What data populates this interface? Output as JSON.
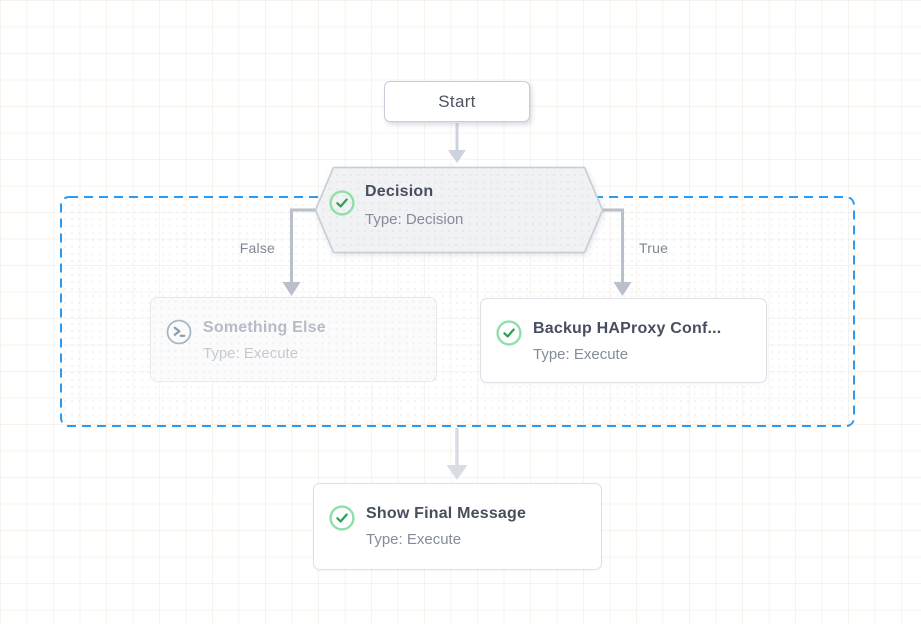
{
  "diagram": {
    "start_node": {
      "label": "Start"
    },
    "decision_node": {
      "title": "Decision",
      "subtitle": "Type: Decision",
      "status": "success"
    },
    "branch_labels": {
      "false": "False",
      "true": "True"
    },
    "false_node": {
      "title": "Something Else",
      "subtitle": "Type: Execute",
      "icon": "terminal-icon",
      "state": "skipped"
    },
    "true_node": {
      "title": "Backup HAProxy Conf...",
      "subtitle": "Type: Execute",
      "icon": "success-check-icon",
      "state": "success"
    },
    "final_node": {
      "title": "Show Final Message",
      "subtitle": "Type: Execute",
      "icon": "success-check-icon",
      "state": "success"
    },
    "colors": {
      "selection_border": "#2b9af3",
      "success_ring": "#90dfa8",
      "success_check": "#2f9e55",
      "connector": "#b9c0cb",
      "connector_light": "#d8dce3",
      "node_border": "#dde1e7",
      "hexagon_fill": "#f0f2f4",
      "title_text": "#474f5f",
      "subtitle_text": "#848c99",
      "canvas_bg": "#ffffff"
    }
  }
}
